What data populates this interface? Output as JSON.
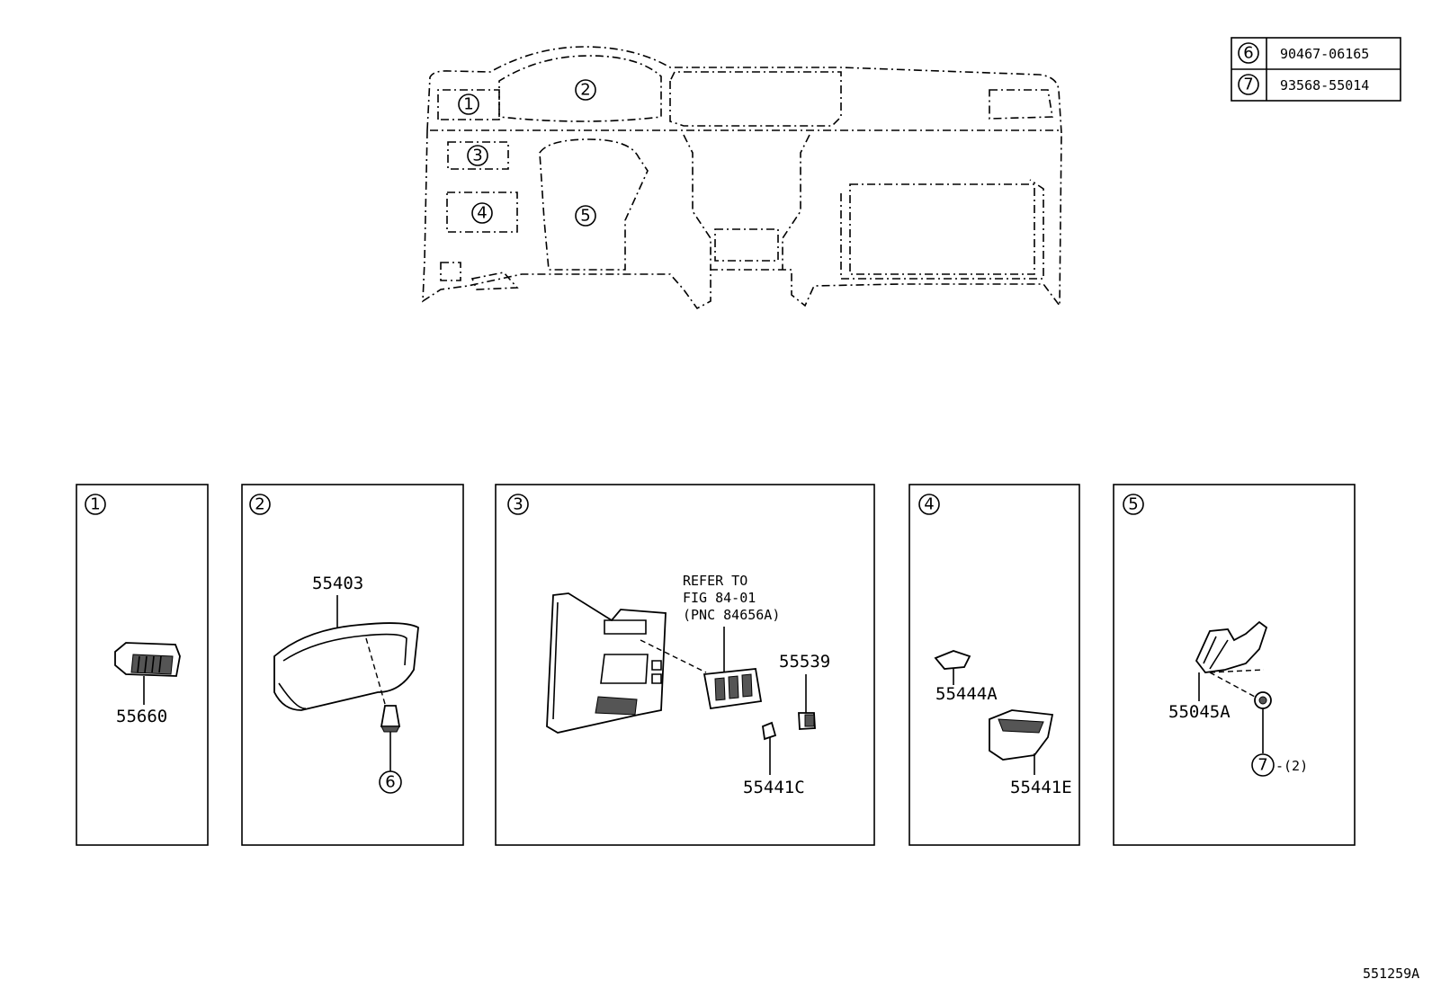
{
  "callout_table": [
    {
      "callout": "6",
      "part_no": "90467-06165"
    },
    {
      "callout": "7",
      "part_no": "93568-55014"
    }
  ],
  "overview": {
    "callouts": [
      "1",
      "2",
      "3",
      "4",
      "5"
    ]
  },
  "panels": [
    {
      "callout": "1",
      "parts": [
        "55660"
      ]
    },
    {
      "callout": "2",
      "parts": [
        "55403"
      ],
      "fastener_callout": "6"
    },
    {
      "callout": "3",
      "parts": [
        "55539",
        "55441C"
      ],
      "note": [
        "REFER TO",
        "FIG 84-01",
        "(PNC 84656A)"
      ]
    },
    {
      "callout": "4",
      "parts": [
        "55444A",
        "55441E"
      ]
    },
    {
      "callout": "5",
      "parts": [
        "55045A"
      ],
      "fastener_callout": "7",
      "fastener_qty": "-(2)"
    }
  ],
  "figure_id": "551259A"
}
